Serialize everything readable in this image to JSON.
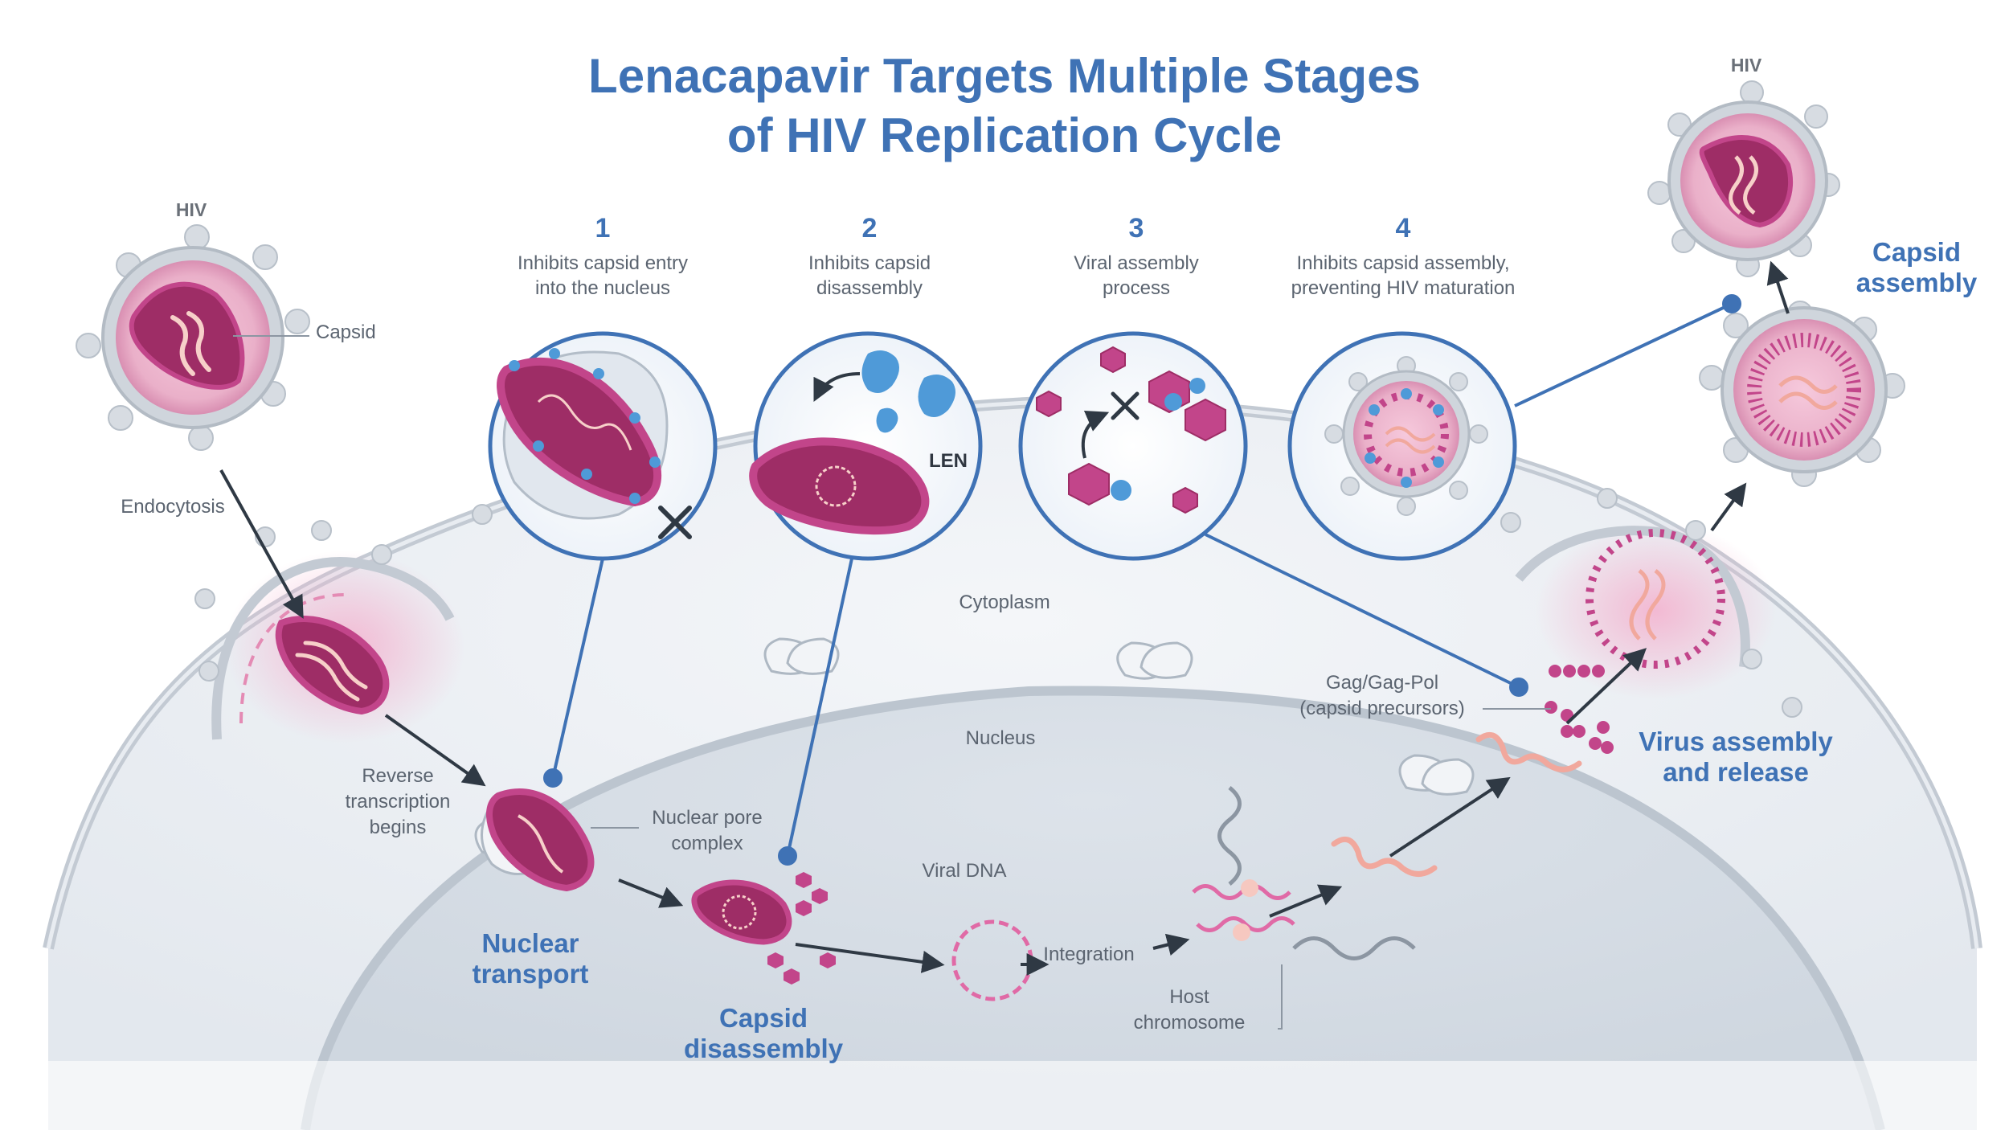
{
  "title": {
    "line1": "Lenacapavir Targets Multiple Stages",
    "line2": "of HIV Replication Cycle"
  },
  "steps": [
    {
      "number": "1",
      "line1": "Inhibits capsid entry",
      "line2": "into the nucleus"
    },
    {
      "number": "2",
      "line1": "Inhibits capsid",
      "line2": "disassembly"
    },
    {
      "number": "3",
      "line1": "Viral assembly",
      "line2": "process"
    },
    {
      "number": "4",
      "line1": "Inhibits capsid assembly,",
      "line2": "preventing HIV maturation"
    }
  ],
  "labels": {
    "hiv_left": "HIV",
    "hiv_right": "HIV",
    "capsid": "Capsid",
    "endocytosis": "Endocytosis",
    "reverse_transcription": [
      "Reverse",
      "transcription",
      "begins"
    ],
    "nuclear_pore_complex": [
      "Nuclear pore",
      "complex"
    ],
    "cytoplasm": "Cytoplasm",
    "nucleus": "Nucleus",
    "viral_dna": "Viral DNA",
    "integration": "Integration",
    "host_chromosome": [
      "Host",
      "chromosome"
    ],
    "gag": [
      "Gag/Gag-Pol",
      "(capsid precursors)"
    ],
    "len": "LEN"
  },
  "stages": {
    "nuclear_transport": [
      "Nuclear",
      "transport"
    ],
    "capsid_disassembly": [
      "Capsid",
      "disassembly"
    ],
    "virus_assembly": [
      "Virus assembly",
      "and release"
    ],
    "capsid_assembly": [
      "Capsid",
      "assembly"
    ]
  },
  "colors": {
    "accent_blue": "#3f72b5",
    "capsid_magenta": "#b8357a",
    "envelope_pink": "#f0b4cf",
    "len_blue": "#4f9ad8",
    "membrane_grey": "#c3cad3",
    "text_grey": "#5b6470"
  }
}
